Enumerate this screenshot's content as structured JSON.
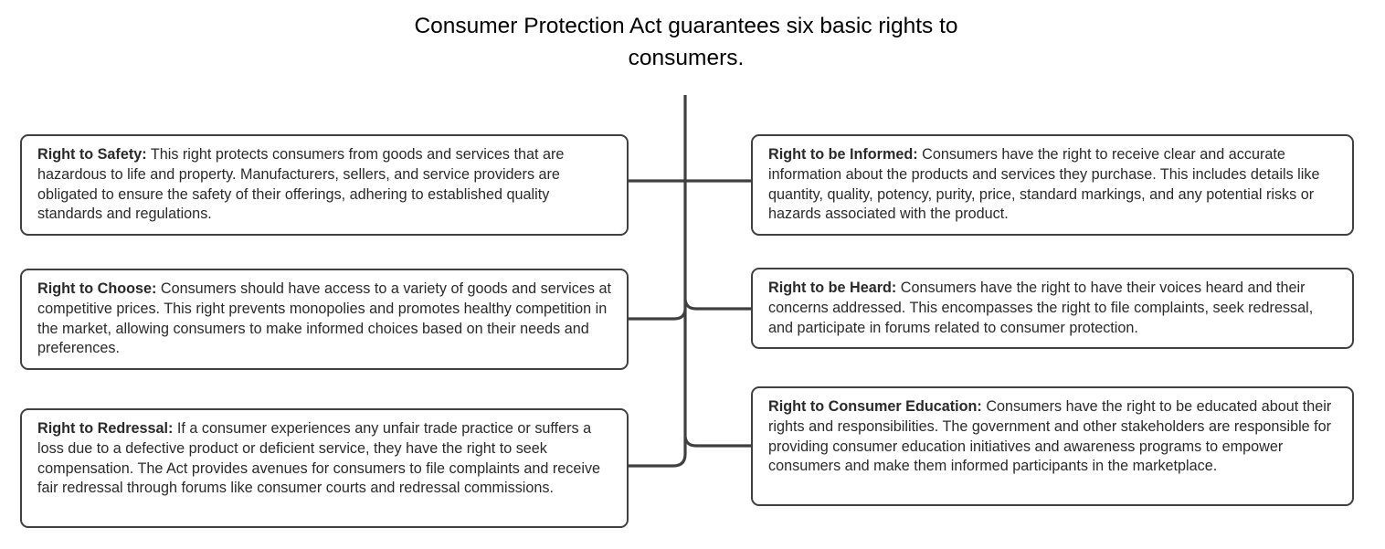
{
  "title": "Consumer Protection Act guarantees six basic rights to consumers.",
  "colors": {
    "connector": "#404040",
    "card_border": "#404040",
    "text": "#2a2a2a",
    "title_text": "#000000",
    "background": "#ffffff"
  },
  "cards": [
    {
      "heading": "Right to Safety:",
      "body": "This right protects consumers from goods and services that are hazardous to life and property. Manufacturers, sellers, and service providers are obligated to ensure the safety of their offerings, adhering to established quality standards and regulations."
    },
    {
      "heading": "Right to be Informed:",
      "body": "Consumers have the right to receive clear and accurate information about the products and services they purchase. This includes details like quantity, quality, potency, purity, price, standard markings, and any potential risks or hazards associated with the product."
    },
    {
      "heading": "Right to Choose:",
      "body": "Consumers should have access to a variety of goods and services at competitive prices. This right prevents monopolies and promotes healthy competition in the market, allowing consumers to make informed choices based on their needs and preferences."
    },
    {
      "heading": "Right to be Heard:",
      "body": "Consumers have the right to have their voices heard and their concerns addressed. This encompasses the right to file complaints, seek redressal, and participate in forums related to consumer protection."
    },
    {
      "heading": "Right to Redressal:",
      "body": "If a consumer experiences any unfair trade practice or suffers a loss due to a defective product or deficient service, they have the right to seek compensation. The Act provides avenues for consumers to file complaints and receive fair redressal through forums like consumer courts and redressal commissions."
    },
    {
      "heading": "Right to Consumer Education:",
      "body": "Consumers have the right to be educated about their rights and responsibilities. The government and other stakeholders are responsible for providing consumer education initiatives and awareness programs to empower consumers and make them informed participants in the marketplace."
    }
  ]
}
